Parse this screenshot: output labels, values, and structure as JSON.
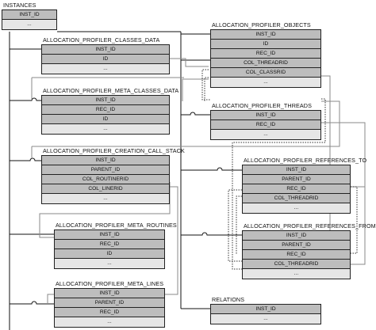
{
  "tables": [
    {
      "id": "instances",
      "title": "INSTANCES",
      "columns": [
        "INST_ID",
        "..."
      ]
    },
    {
      "id": "classes-data",
      "title": "ALLOCATION_PROFILER_CLASSES_DATA",
      "columns": [
        "INST_ID",
        "ID",
        "..."
      ]
    },
    {
      "id": "meta-classes-data",
      "title": "ALLOCATION_PROFILER_META_CLASSES_DATA",
      "columns": [
        "INST_ID",
        "REC_ID",
        "ID",
        "..."
      ]
    },
    {
      "id": "creation-call-stack",
      "title": "ALLOCATION_PROFILER_CREATION_CALL_STACK",
      "columns": [
        "INST_ID",
        "PARENT_ID",
        "COL_ROUTINERID",
        "COL_LINERID",
        "..."
      ]
    },
    {
      "id": "meta-routines",
      "title": "ALLOCATION_PROFILER_META_ROUTINES",
      "columns": [
        "INST_ID",
        "REC_ID",
        "ID",
        "..."
      ]
    },
    {
      "id": "meta-lines",
      "title": "ALLOCATION_PROFILER_META_LINES",
      "columns": [
        "INST_ID",
        "PARENT_ID",
        "REC_ID",
        "..."
      ]
    },
    {
      "id": "objects",
      "title": "ALLOCATION_PROFILER_OBJECTS",
      "columns": [
        "INST_ID",
        "ID",
        "REC_ID",
        "COL_THREADRID",
        "COL_CLASSRID",
        "..."
      ]
    },
    {
      "id": "threads",
      "title": "ALLOCATION_PROFILER_THREADS",
      "columns": [
        "INST_ID",
        "REC_ID",
        "..."
      ]
    },
    {
      "id": "references-to",
      "title": "ALLOCATION_PROFILER_REFERENCES_TO",
      "columns": [
        "INST_ID",
        "PARENT_ID",
        "REC_ID",
        "COL_THREADRID",
        "..."
      ]
    },
    {
      "id": "references-from",
      "title": "ALLOCATION_PROFILER_REFERENCES_FROM",
      "columns": [
        "INST_ID",
        "PARENT_ID",
        "REC_ID",
        "COL_THREADRID",
        "..."
      ]
    },
    {
      "id": "relations",
      "title": "RELATIONS",
      "columns": [
        "INST_ID",
        "..."
      ]
    }
  ]
}
